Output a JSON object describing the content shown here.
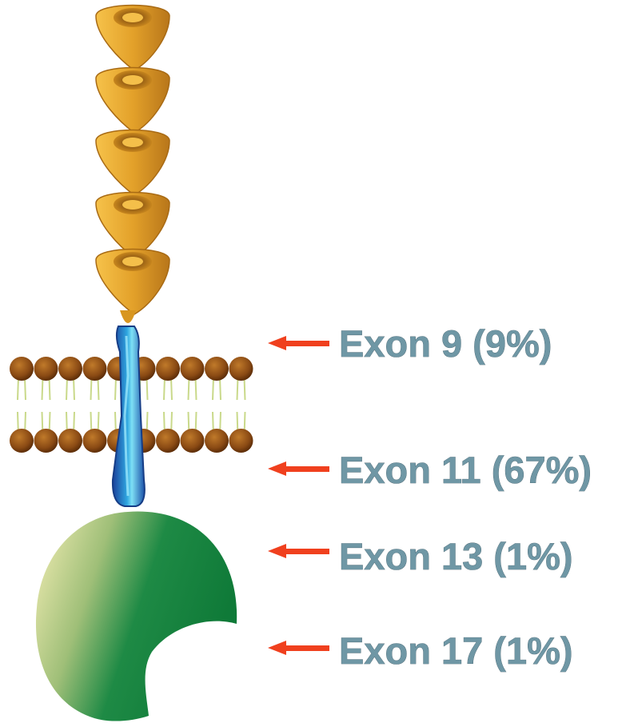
{
  "labels": [
    {
      "text": "Exon 9 (9%)"
    },
    {
      "text": "Exon 11 (67%)"
    },
    {
      "text": "Exon 13 (1%)"
    },
    {
      "text": "Exon 17 (1%)"
    }
  ],
  "colors": {
    "arrow": "#f0401e",
    "label": "#6f97a5",
    "extracellular_domain": "#e8a82a",
    "transmembrane_helix": "#1f6fbf",
    "lipid_head": "#8a4a14",
    "kinase_domain": "#1e8a45"
  }
}
